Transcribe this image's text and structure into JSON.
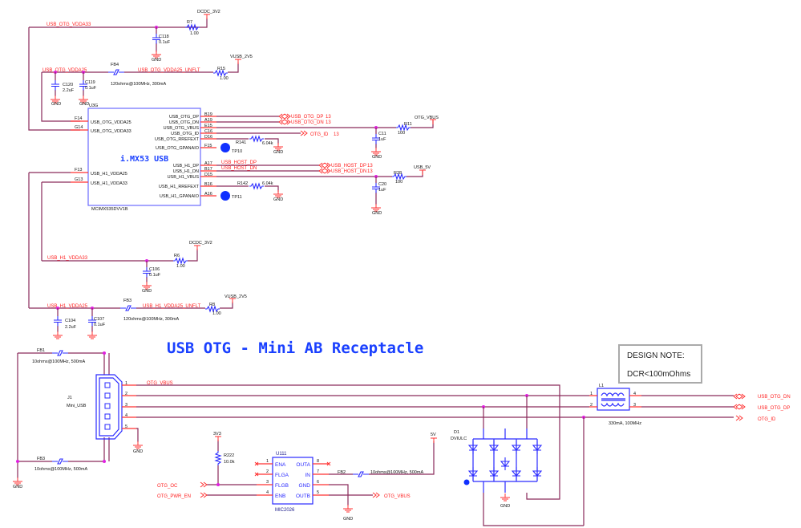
{
  "title": "USB OTG - Mini AB Receptacle",
  "design_note": {
    "heading": "DESIGN NOTE:",
    "text": "DCR<100mOhms"
  },
  "colors": {
    "wire": "#8a2a5a",
    "net_label": "#ff2020",
    "component": "#2a2aff",
    "junction": "#e020e0"
  },
  "top": {
    "dcdc1": "DCDC_3V2",
    "r7": "R7",
    "r7v": "1.00",
    "net_vdda33": "USB_OTG_VDDA33",
    "c118": "C118",
    "c118v": "0.1uF",
    "gnd": "GND",
    "vusb1": "VUSB_2V5",
    "fb4": "FB4",
    "fb4v": "120ohms@100MHz, 300mA",
    "net_vdda25": "USB_OTG_VDDA25",
    "net_unflt": "USB_OTG_VDDA25_UNFLT",
    "r15": "R15",
    "r15v": "1.00",
    "c120": "C120",
    "c120v": "2.2uF",
    "c119": "C119",
    "c119v": "0.1uF"
  },
  "mcu": {
    "ref": "U3G",
    "name": "i.MX53 USB",
    "part": "MCIMX535DVV1B",
    "left_pins": [
      {
        "num": "F14",
        "name": "USB_OTG_VDDA25"
      },
      {
        "num": "G14",
        "name": "USB_OTG_VDDA33"
      },
      {
        "num": "F13",
        "name": "USB_H1_VDDA25"
      },
      {
        "num": "G13",
        "name": "USB_H1_VDDA33"
      }
    ],
    "right_pins": [
      {
        "num": "B19",
        "name": "USB_OTG_DP"
      },
      {
        "num": "A19",
        "name": "USB_OTG_DN"
      },
      {
        "num": "E15",
        "name": "USB_OTG_VBUS"
      },
      {
        "num": "C16",
        "name": "USB_OTG_ID"
      },
      {
        "num": "D16",
        "name": "USB_OTG_RREFEXT"
      },
      {
        "num": "F15",
        "name": "USB_OTG_GPANAIO"
      },
      {
        "num": "A17",
        "name": "USB_H1_DP"
      },
      {
        "num": "B17",
        "name": "USB_H1_DN"
      },
      {
        "num": "D15",
        "name": "USB_H1_VBUS"
      },
      {
        "num": "B16",
        "name": "USB_H1_RREFEXT"
      },
      {
        "num": "A16",
        "name": "USB_H1_GPANAIO"
      }
    ]
  },
  "otg_side": {
    "dp": "USB_OTG_DP",
    "dn": "USB_OTG_DN",
    "id": "OTG_ID",
    "sheet": "13",
    "r141": "R141",
    "r141v": "6.04k",
    "tp10": "TP10",
    "c11": "C11",
    "c11v": "1uF",
    "r11": "R11",
    "r11v": "100",
    "vbus": "OTG_VBUS"
  },
  "host_side": {
    "dp": "USB_HOST_DP",
    "dn": "USB_HOST_DN",
    "sheet": "13",
    "r142": "R142",
    "r142v": "6.04k",
    "tp11": "TP11",
    "c20": "C20",
    "c20v": "1uF",
    "r28": "R28",
    "r28v": "100",
    "v5": "USB_5V"
  },
  "mid": {
    "dcdc2": "DCDC_3V2",
    "net_h1_33": "USB_H1_VDDA33",
    "r6": "R6",
    "r6v": "1.00",
    "c106": "C106",
    "c106v": "0.1uF",
    "net_h1_25": "USB_H1_VDDA25",
    "fb3": "FB3",
    "fb3v": "120ohms@100MHz, 300mA",
    "net_h1_unflt": "USB_H1_VDDA25_UNFLT",
    "r8": "R8",
    "r8v": "1.00",
    "vusb2": "VUSB_2V5",
    "c104": "C104",
    "c104v": "2.2uF",
    "c107": "C107",
    "c107v": "0.1uF"
  },
  "connector": {
    "fb1": "FB1",
    "fb1v": "10ohms@100MHz, 500mA",
    "fb3": "FB3",
    "fb3v": "10ohms@100MHz, 500mA",
    "ref": "J1",
    "part": "Mini_USB",
    "pins": [
      "1",
      "2",
      "3",
      "4",
      "5"
    ],
    "vbus_net": "OTG_VBUS"
  },
  "choke": {
    "ref": "L1",
    "value": "330mA, 100MHz",
    "pins": [
      "1",
      "2",
      "4",
      "3"
    ],
    "out_dn": "USB_OTG_DN",
    "out_dp": "USB_OTG_DP",
    "out_id": "OTG_ID"
  },
  "tvs": {
    "ref": "D1",
    "part": "DVIULC"
  },
  "switch": {
    "ref": "U111",
    "part": "MIC2026",
    "r222": "R222",
    "r222v": "10.0k",
    "v3v3": "3V3",
    "otg_oc": "OTG_OC",
    "otg_pwr_en": "OTG_PWR_EN",
    "left": [
      {
        "num": "1",
        "name": "ENA"
      },
      {
        "num": "2",
        "name": "FLGA"
      },
      {
        "num": "3",
        "name": "FLGB"
      },
      {
        "num": "4",
        "name": "ENB"
      }
    ],
    "right": [
      {
        "num": "8",
        "name": "OUTA"
      },
      {
        "num": "7",
        "name": "IN"
      },
      {
        "num": "6",
        "name": "GND"
      },
      {
        "num": "5",
        "name": "OUTB"
      }
    ],
    "fb2": "FB2",
    "fb2v": "10ohms@100MHz, 500mA",
    "v5": "5V",
    "out": "OTG_VBUS"
  }
}
